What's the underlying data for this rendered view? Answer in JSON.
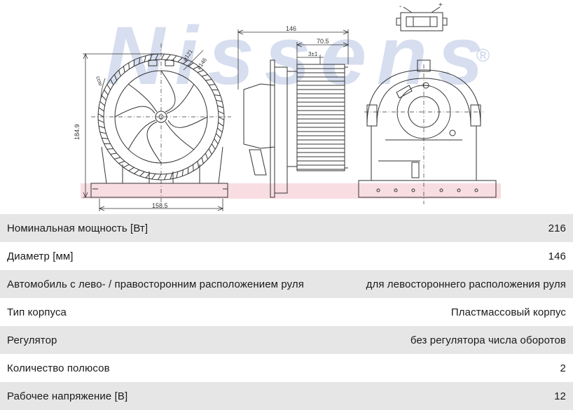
{
  "drawing": {
    "watermark": "Nissens",
    "watermark_mark": "®",
    "dimensions": {
      "width_total": "146",
      "depth": "70.5",
      "offset": "3±1",
      "height": "184.9",
      "base_width": "158.5",
      "inner_diameter": "ø121",
      "outer_diameter": "ø146",
      "rotation": "ccw"
    },
    "connector": {
      "minus": "-",
      "plus": "+"
    }
  },
  "specs": [
    {
      "label": "Номинальная мощность [Вт]",
      "value": "216"
    },
    {
      "label": "Диаметр [мм]",
      "value": "146"
    },
    {
      "label": "Автомобиль с лево- / правосторонним расположением руля",
      "value": "для левостороннего расположения руля"
    },
    {
      "label": "Тип корпуса",
      "value": "Пластмассовый корпус"
    },
    {
      "label": "Регулятор",
      "value": "без регулятора числа оборотов"
    },
    {
      "label": "Количество полюсов",
      "value": "2"
    },
    {
      "label": "Рабочее напряжение [В]",
      "value": "12"
    }
  ]
}
